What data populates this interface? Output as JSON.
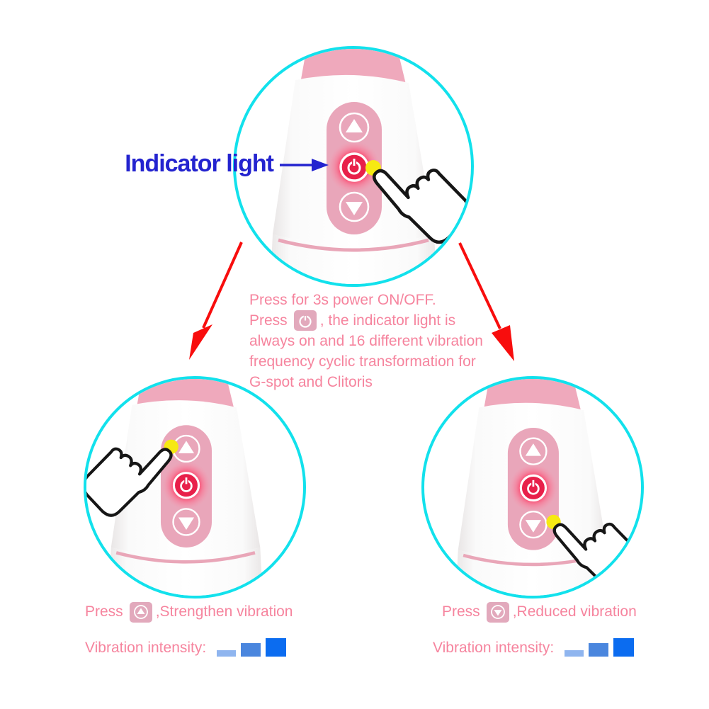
{
  "colors": {
    "accent_cyan": "#12E1EC",
    "text_pink": "#F6849E",
    "label_blue": "#2323CF",
    "arrow_red": "#F80D0D",
    "device_cap_pink": "#EFA9BC",
    "pill_pink": "#E9A6BA",
    "power_red": "#E8204A",
    "fingertip_yellow": "#F6E912",
    "bar_colors": [
      "#8FB5EF",
      "#4A86DE",
      "#0B6CF0"
    ]
  },
  "icons": {
    "power": "power-icon",
    "up": "triangle-up-icon",
    "down": "triangle-down-icon",
    "hand": "pointing-hand-icon"
  },
  "indicator": {
    "label": "Indicator light"
  },
  "note": {
    "line1": "Press for 3s power ON/OFF.",
    "line2_before": "Press",
    "line2_after": ", the indicator light is",
    "line3": "always on and 16 different vibration",
    "line4": "frequency cyclic transformation for",
    "line5": "G-spot and Clitoris"
  },
  "left_panel": {
    "press_before": "Press",
    "press_after": ",Strengthen vibration",
    "intensity_label": "Vibration intensity:",
    "bars": [
      {
        "level": 1,
        "color": "#8FB5EF",
        "height": 9,
        "width": 27
      },
      {
        "level": 2,
        "color": "#4A86DE",
        "height": 19,
        "width": 28
      },
      {
        "level": 3,
        "color": "#0B6CF0",
        "height": 26,
        "width": 29
      }
    ]
  },
  "right_panel": {
    "press_before": "Press",
    "press_after": ",Reduced vibration",
    "intensity_label": "Vibration intensity:",
    "bars": [
      {
        "level": 1,
        "color": "#8FB5EF",
        "height": 9,
        "width": 27
      },
      {
        "level": 2,
        "color": "#4A86DE",
        "height": 19,
        "width": 28
      },
      {
        "level": 3,
        "color": "#0B6CF0",
        "height": 26,
        "width": 29
      }
    ]
  }
}
